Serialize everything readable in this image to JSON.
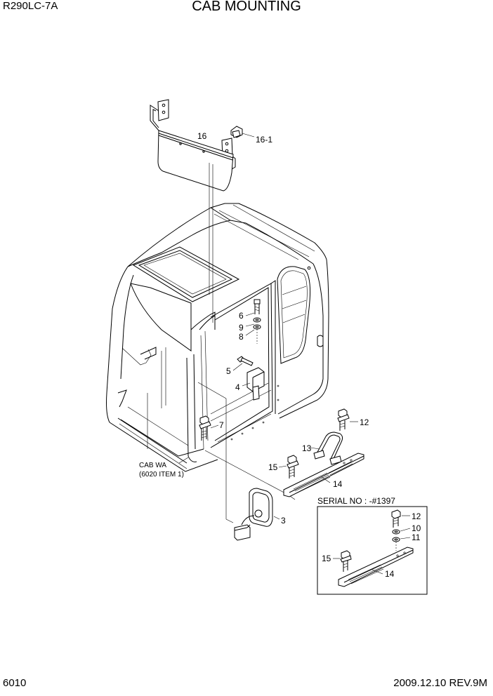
{
  "header": {
    "model": "R290LC-7A",
    "title": "CAB MOUNTING"
  },
  "footer": {
    "page": "6010",
    "date_rev": "2009.12.10  REV.9M"
  },
  "callouts": {
    "p16": "16",
    "p16_1": "16-1",
    "p6": "6",
    "p9": "9",
    "p8": "8",
    "p5": "5",
    "p4": "4",
    "p7": "7",
    "p12": "12",
    "p13": "13",
    "p15": "15",
    "p14": "14",
    "p3": "3"
  },
  "cab_note": {
    "line1": "CAB WA",
    "line2": "(6020 ITEM 1)"
  },
  "serial_box": {
    "title": "SERIAL NO : -#1397",
    "p12": "12",
    "p10": "10",
    "p11": "11",
    "p15": "15",
    "p14": "14"
  }
}
